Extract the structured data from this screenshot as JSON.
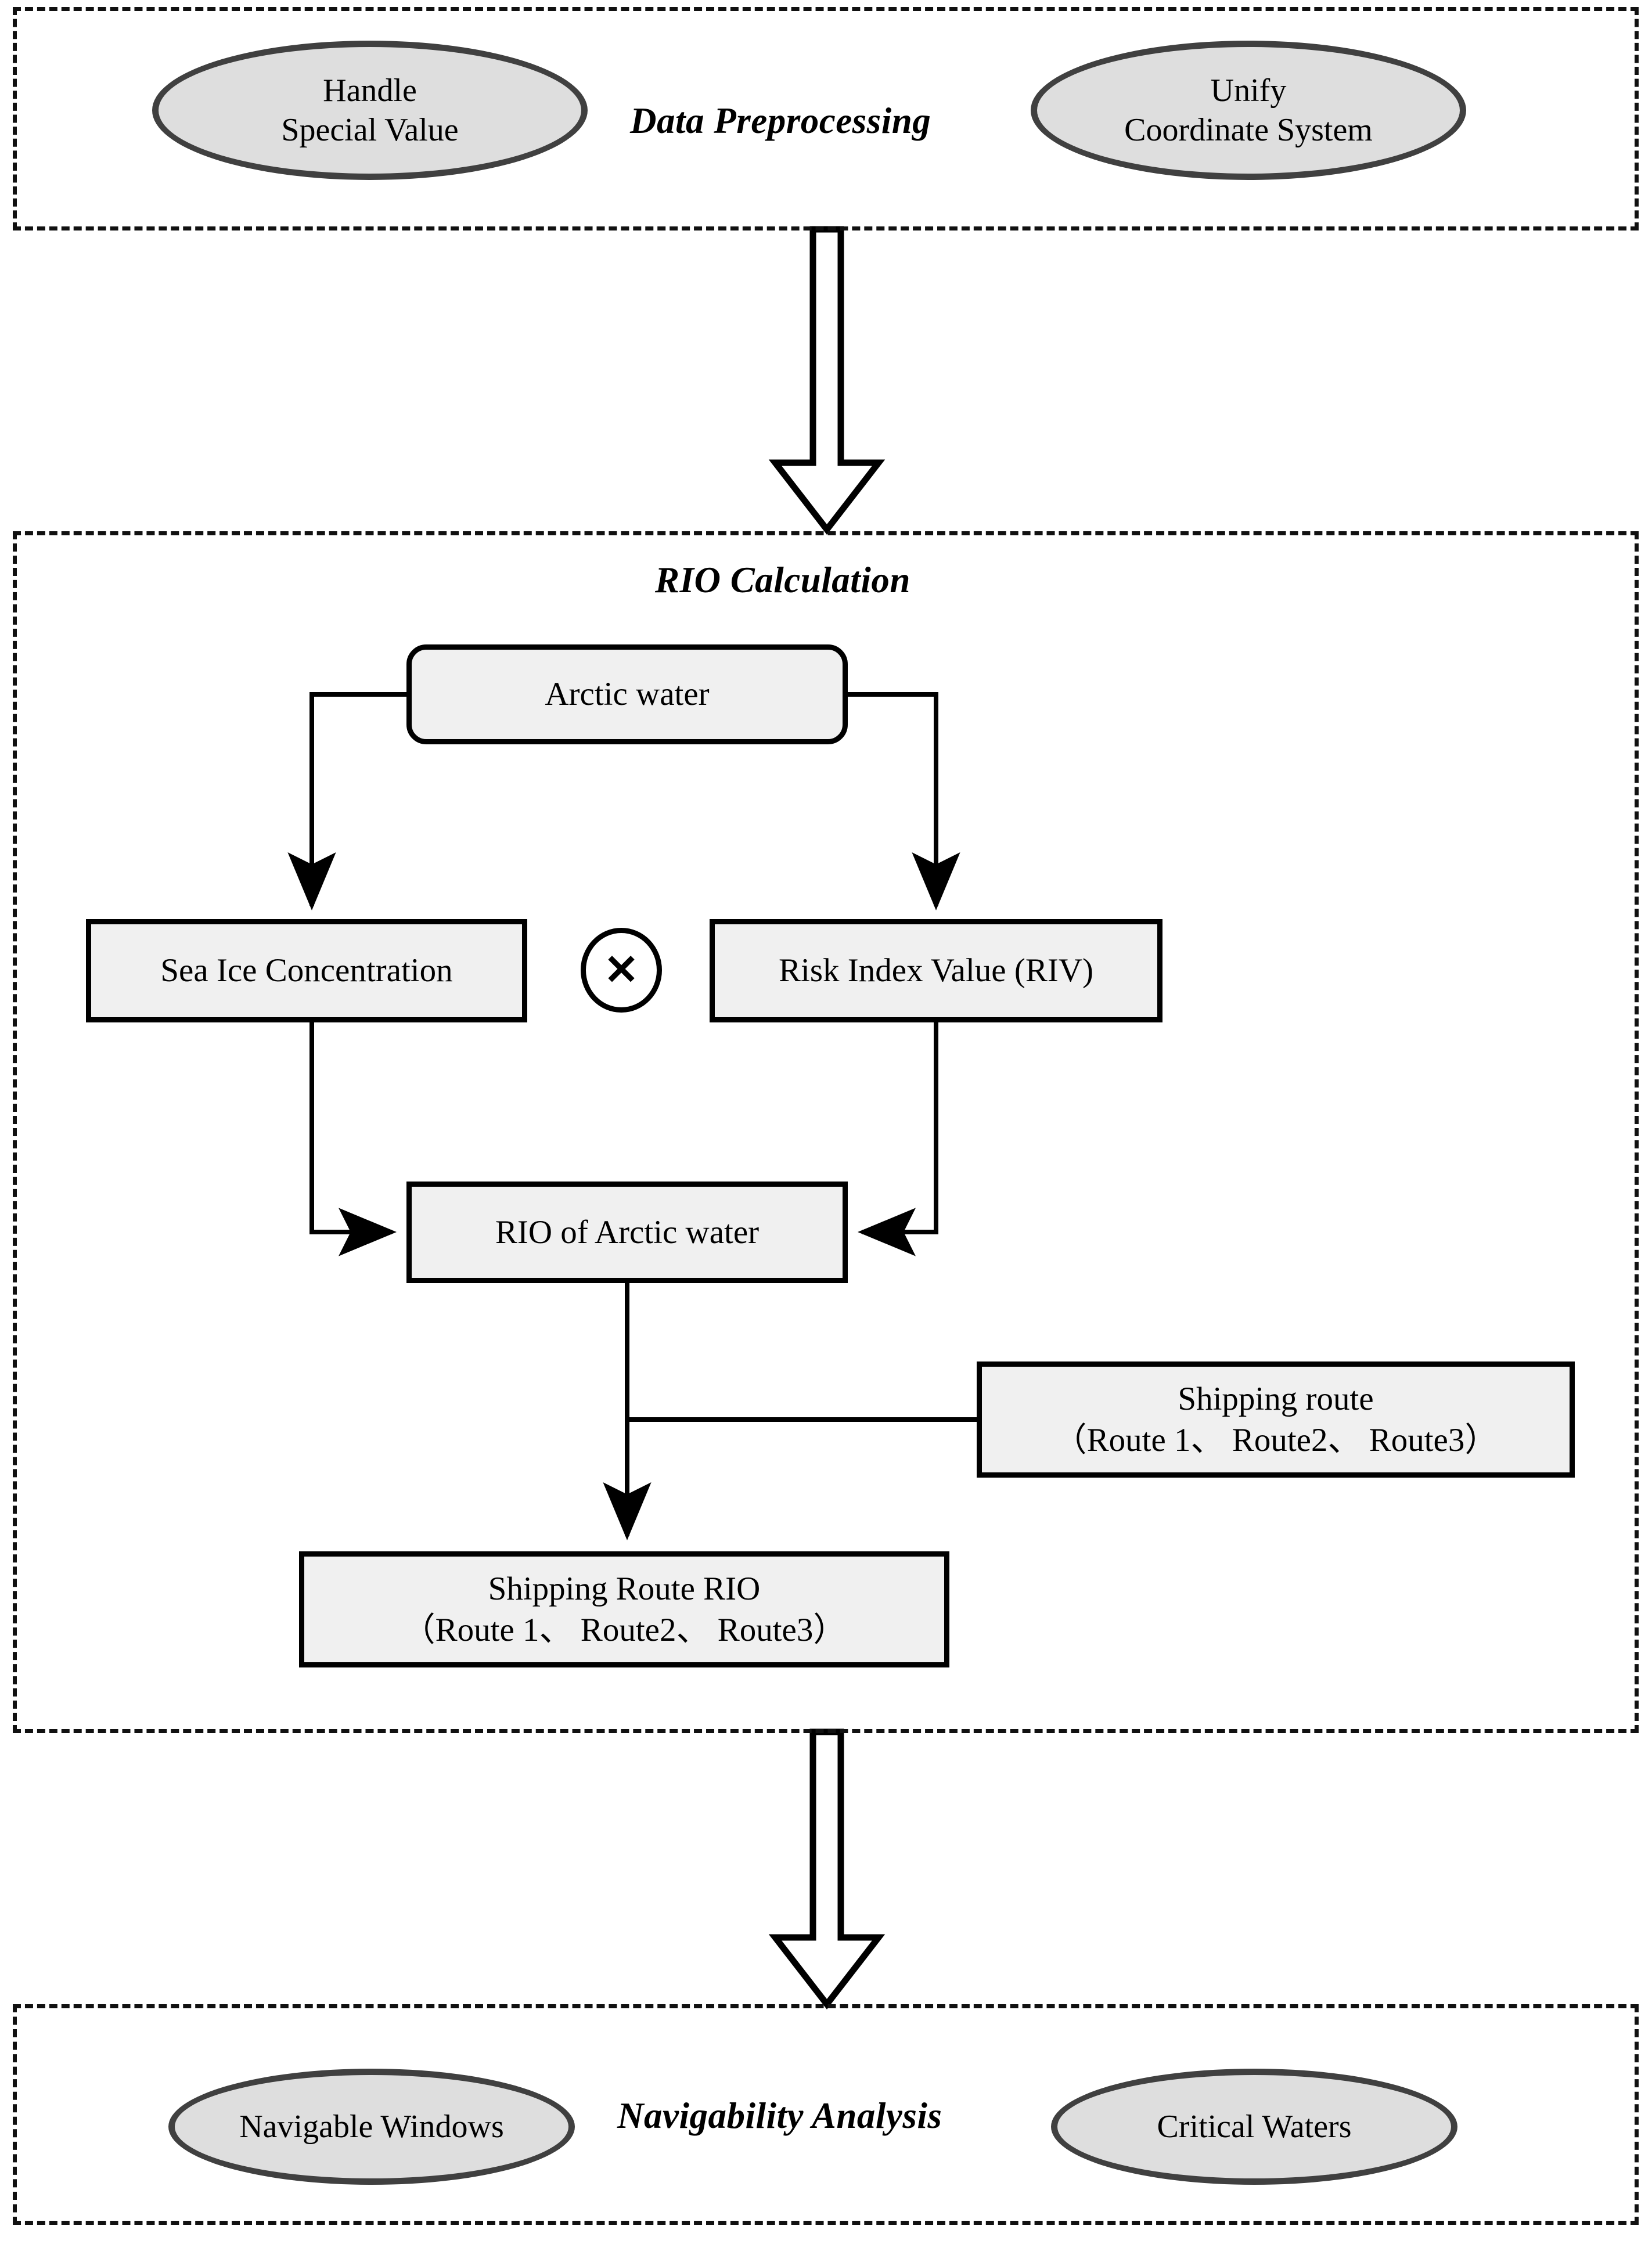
{
  "diagram": {
    "title": "Arctic Shipping Route RIO Methodology Flowchart",
    "colors": {
      "ellipse_fill": "#dedede",
      "ellipse_stroke": "#404040",
      "rect_fill": "#f0f0f0",
      "rect_stroke": "#000000",
      "dashed_stroke": "#111111",
      "connector_stroke": "#000000",
      "page_background": "#ffffff"
    },
    "stages": [
      {
        "id": "data-preprocessing",
        "title": "Data Preprocessing",
        "nodes": [
          {
            "id": "handle-special-value",
            "shape": "ellipse",
            "lines": [
              "Handle",
              "Special Value"
            ]
          },
          {
            "id": "unify-coordinate-system",
            "shape": "ellipse",
            "lines": [
              "Unify",
              "Coordinate System"
            ]
          }
        ]
      },
      {
        "id": "rio-calculation",
        "title": "RIO Calculation",
        "nodes": [
          {
            "id": "arctic-water",
            "shape": "rounded-rect",
            "lines": [
              "Arctic water"
            ]
          },
          {
            "id": "sea-ice-concentration",
            "shape": "rect",
            "lines": [
              "Sea Ice Concentration"
            ]
          },
          {
            "id": "risk-index-value",
            "shape": "rect",
            "lines": [
              "Risk Index Value (RIV)"
            ]
          },
          {
            "id": "rio-of-arctic-water",
            "shape": "rect",
            "lines": [
              "RIO of Arctic water"
            ]
          },
          {
            "id": "shipping-route",
            "shape": "rect",
            "lines": [
              "Shipping route",
              "（Route 1、 Route2、 Route3）"
            ]
          },
          {
            "id": "shipping-route-rio",
            "shape": "rect",
            "lines": [
              "Shipping Route RIO",
              "（Route 1、 Route2、 Route3）"
            ]
          }
        ],
        "operator": {
          "id": "multiply",
          "symbol": "✕",
          "meaning": "multiply"
        }
      },
      {
        "id": "navigability-analysis",
        "title": "Navigability Analysis",
        "nodes": [
          {
            "id": "navigable-windows",
            "shape": "ellipse",
            "lines": [
              "Navigable Windows"
            ]
          },
          {
            "id": "critical-waters",
            "shape": "ellipse",
            "lines": [
              "Critical Waters"
            ]
          }
        ]
      }
    ],
    "edges": [
      {
        "from": "data-preprocessing",
        "to": "rio-calculation",
        "style": "hollow-block-arrow",
        "direction": "down"
      },
      {
        "from": "arctic-water",
        "to": "sea-ice-concentration",
        "style": "elbow-arrow",
        "direction": "down-left"
      },
      {
        "from": "arctic-water",
        "to": "risk-index-value",
        "style": "elbow-arrow",
        "direction": "down-right"
      },
      {
        "from": "sea-ice-concentration",
        "to": "rio-of-arctic-water",
        "style": "elbow-arrow",
        "direction": "down-right"
      },
      {
        "from": "risk-index-value",
        "to": "rio-of-arctic-water",
        "style": "elbow-arrow",
        "direction": "down-left"
      },
      {
        "from": "shipping-route",
        "to": "rio-junction",
        "style": "plain-line",
        "direction": "left"
      },
      {
        "from": "rio-of-arctic-water",
        "to": "shipping-route-rio",
        "style": "arrow",
        "direction": "down"
      },
      {
        "from": "rio-calculation",
        "to": "navigability-analysis",
        "style": "hollow-block-arrow",
        "direction": "down"
      }
    ]
  },
  "node_text": {
    "handle_special_value_l1": "Handle",
    "handle_special_value_l2": "Special Value",
    "unify_coordinate_l1": "Unify",
    "unify_coordinate_l2": "Coordinate System",
    "arctic_water": "Arctic water",
    "sea_ice_concentration": "Sea Ice Concentration",
    "risk_index_value": "Risk Index Value (RIV)",
    "rio_of_arctic_water": "RIO of Arctic water",
    "shipping_route_l1": "Shipping route",
    "shipping_route_l2": "（Route 1、 Route2、 Route3）",
    "shipping_route_rio_l1": "Shipping Route RIO",
    "shipping_route_rio_l2": "（Route 1、 Route2、 Route3）",
    "navigable_windows": "Navigable Windows",
    "critical_waters": "Critical Waters",
    "multiply_symbol": "✕"
  },
  "stage_titles": {
    "preprocessing": "Data Preprocessing",
    "rio": "RIO Calculation",
    "navigability": "Navigability Analysis"
  }
}
